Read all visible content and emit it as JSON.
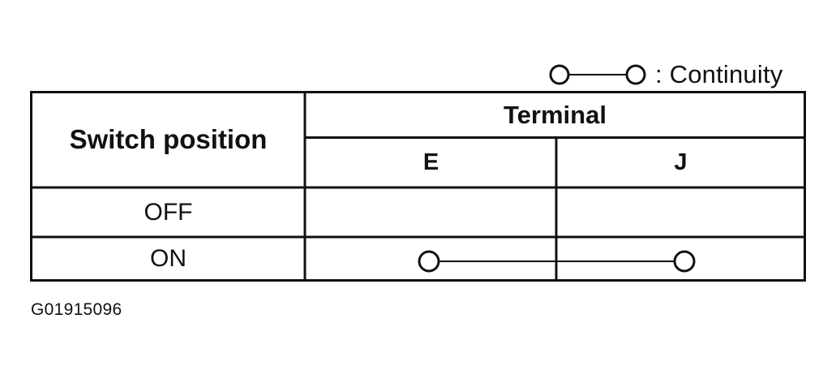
{
  "legend": {
    "label": ": Continuity",
    "symbol": "continuity-symbol"
  },
  "table": {
    "row_header": "Switch position",
    "column_group_header": "Terminal",
    "columns": [
      "E",
      "J"
    ],
    "rows": [
      {
        "position": "OFF",
        "continuity": []
      },
      {
        "position": "ON",
        "continuity": [
          "E",
          "J"
        ]
      }
    ]
  },
  "figure_id": "G01915096",
  "colors": {
    "line": "#111111",
    "background": "#ffffff"
  }
}
